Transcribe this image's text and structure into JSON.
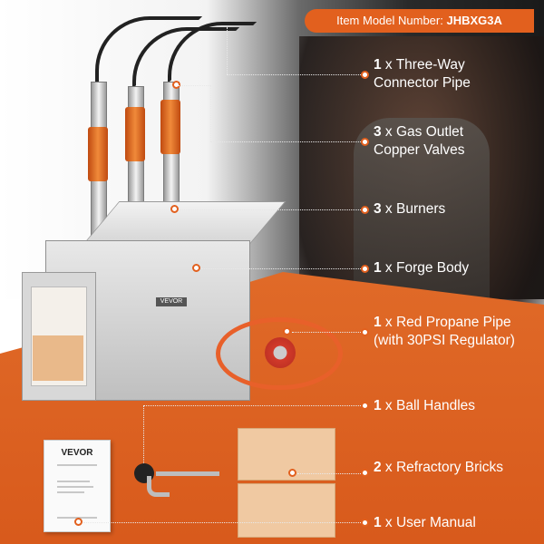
{
  "badge": {
    "prefix": "Item Model Number: ",
    "model": "JHBXG3A"
  },
  "parts": [
    {
      "qty": "1",
      "text": " x Three-Way",
      "text2": "Connector Pipe"
    },
    {
      "qty": "3",
      "text": " x Gas Outlet",
      "text2": "Copper Valves"
    },
    {
      "qty": "3",
      "text": " x Burners"
    },
    {
      "qty": "1",
      "text": " x Forge Body"
    },
    {
      "qty": "1",
      "text": " x Red Propane Pipe",
      "text2": "(with 30PSI Regulator)"
    },
    {
      "qty": "1",
      "text": " x Ball Handles"
    },
    {
      "qty": "2",
      "text": " x Refractory Bricks"
    },
    {
      "qty": "1",
      "text": " x User Manual"
    }
  ],
  "product": {
    "brand_plate": "VEVOR"
  },
  "manual": {
    "brand": "VEVOR"
  },
  "colors": {
    "accent": "#e2601e",
    "background_orange": "#d85a1c"
  }
}
